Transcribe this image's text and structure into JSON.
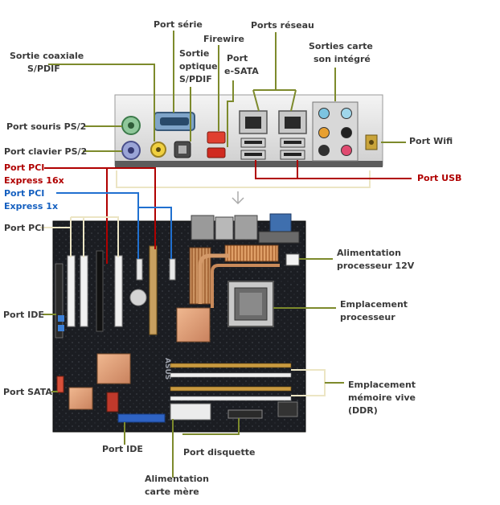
{
  "labels": {
    "port_serie": "Port série",
    "firewire": "Firewire",
    "ports_reseau": "Ports réseau",
    "sortie_coaxiale_1": "Sortie coaxiale",
    "sortie_coaxiale_2": "S/PDIF",
    "sortie_optique_1": "Sortie",
    "sortie_optique_2": "optique",
    "sortie_optique_3": "S/PDIF",
    "port_esata_1": "Port",
    "port_esata_2": "e-SATA",
    "sorties_son_1": "Sorties carte",
    "sorties_son_2": "son intégré",
    "port_souris": "Port souris PS/2",
    "port_clavier": "Port clavier PS/2",
    "port_wifi": "Port Wifi",
    "port_pci_express_16x_1": "Port PCI",
    "port_pci_express_16x_2": "Express 16x",
    "port_usb": "Port USB",
    "port_pci_express_1x_1": "Port PCI",
    "port_pci_express_1x_2": "Express 1x",
    "port_pci": "Port PCI",
    "alim_proc_1": "Alimentation",
    "alim_proc_2": "processeur 12V",
    "emplacement_proc_1": "Emplacement",
    "emplacement_proc_2": "processeur",
    "port_ide_left": "Port IDE",
    "port_sata": "Port SATA",
    "emplacement_mem_1": "Emplacement",
    "emplacement_mem_2": "mémoire vive",
    "emplacement_mem_3": "(DDR)",
    "port_ide_bottom": "Port IDE",
    "port_disquette": "Port disquette",
    "alim_cm_1": "Alimentation",
    "alim_cm_2": "carte mère"
  },
  "board_brand": "ASUS",
  "colors": {
    "leader": "#7d8a2c",
    "red_leader": "#b00000",
    "blue_leader": "#2070d0",
    "pcb": "#1b1d22",
    "pcie16x_slot": "#c8a060",
    "dimm_slot": "#c99a40"
  },
  "icons": [
    "down-arrow-icon"
  ]
}
